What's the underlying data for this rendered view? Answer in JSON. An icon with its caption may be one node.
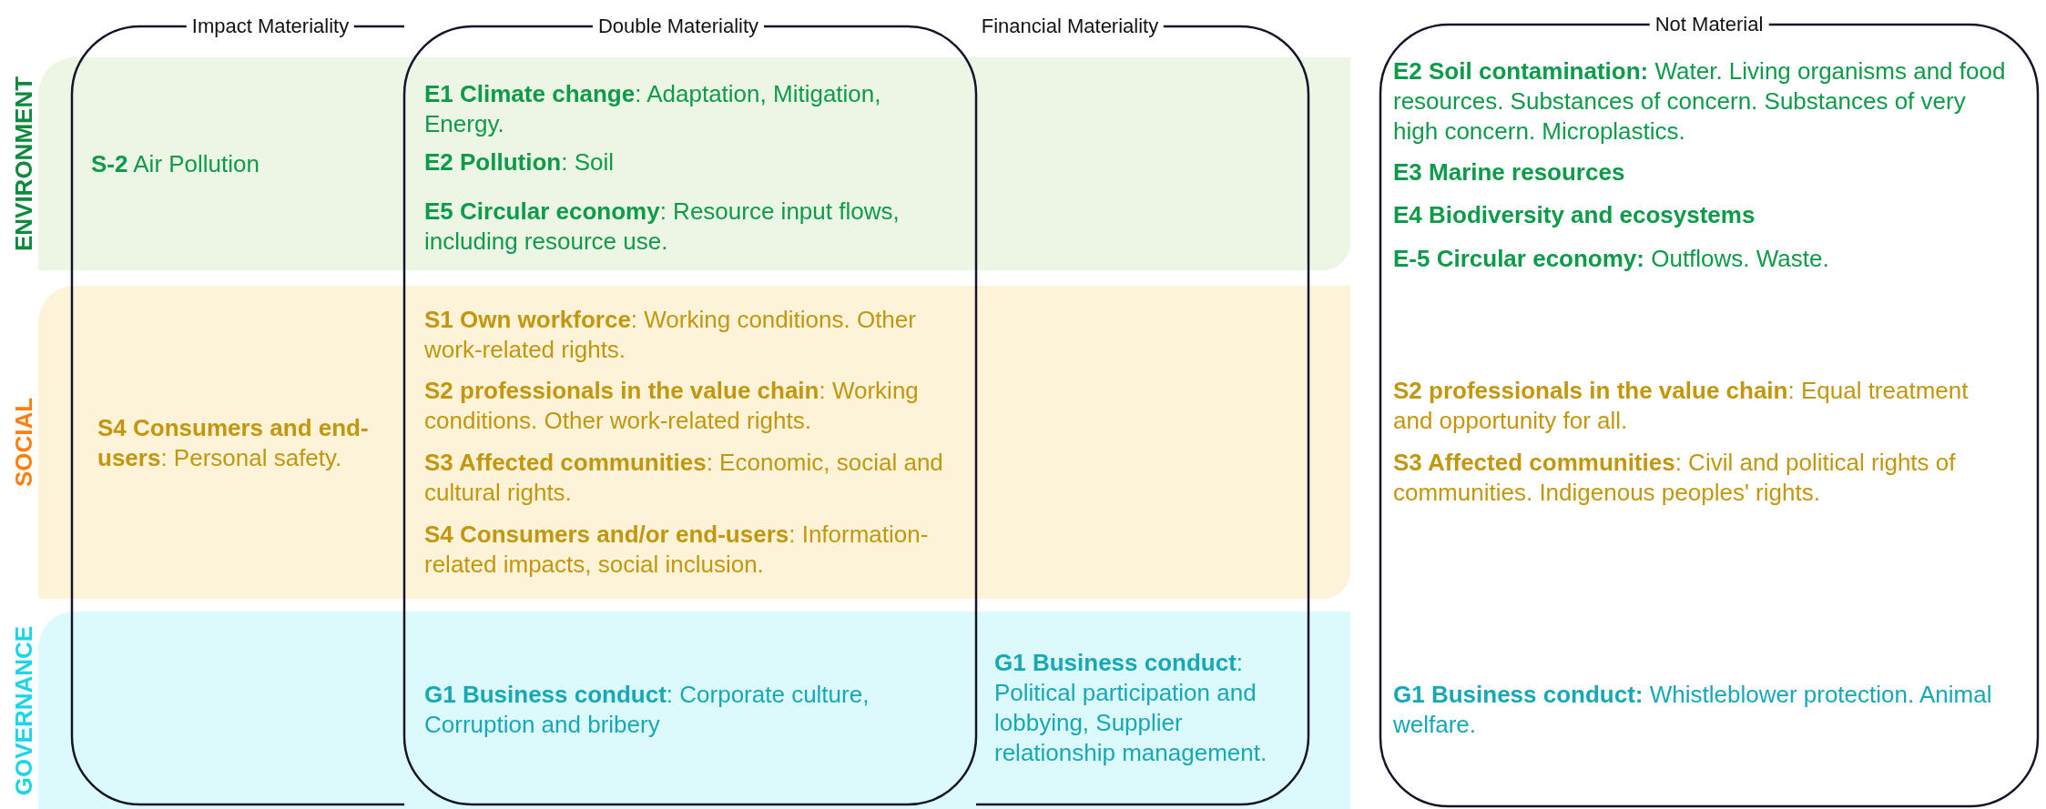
{
  "diagram": {
    "nodes": [
      {
        "text": [
          "ENVIRONMENT"
        ]
      },
      {
        "text": [
          "SOCIAL"
        ]
      },
      {
        "text": [
          "GOVERNANCE"
        ]
      },
      {
        "text": [
          "Impact Materiality"
        ]
      },
      {
        "text": [
          "Double Materiality"
        ]
      },
      {
        "text": [
          "Financial Materiality"
        ]
      },
      {
        "text": [
          "Not Material"
        ]
      }
    ],
    "labels": [
      "**S-2** Air Pollution",
      "**E1 Climate change**: Adaptation, Mitigation, Energy.",
      "**E2 Pollution**: Soil",
      "**E5 Circular economy**: Resource input flows, including resource use.",
      "**E2 Soil contamination:** Water. Living organisms and food resources. Substances of concern. Substances of very high concern. Microplastics.",
      "**E3 Marine resources**",
      "**E4 Biodiversity and ecosystems**",
      "**E-5 Circular economy:** Outflows. Waste.",
      "**S4 Consumers and end-users**: Personal safety.",
      "**S1 Own workforce**: Working conditions. Other work-related rights.",
      "**S2 professionals in the value chain**: Working conditions. Other work-related rights.",
      "**S3 Affected communities**: Economic, social and cultural rights.",
      "**S4 Consumers and/or end-users**: Information-related impacts, social inclusion.",
      "**S2 professionals in the value chain**: Equal treatment and opportunity for all.",
      "**S3 Affected communities**: Civil and political rights of communities. Indigenous peoples' rights.",
      "**G1 Business conduct**: Corporate culture, Corruption and bribery",
      "**G1 Business conduct**: Political participation and lobbying, Supplier relationship management.",
      "**G1 Business conduct:** Whistleblower protection. Animal welfare."
    ]
  }
}
